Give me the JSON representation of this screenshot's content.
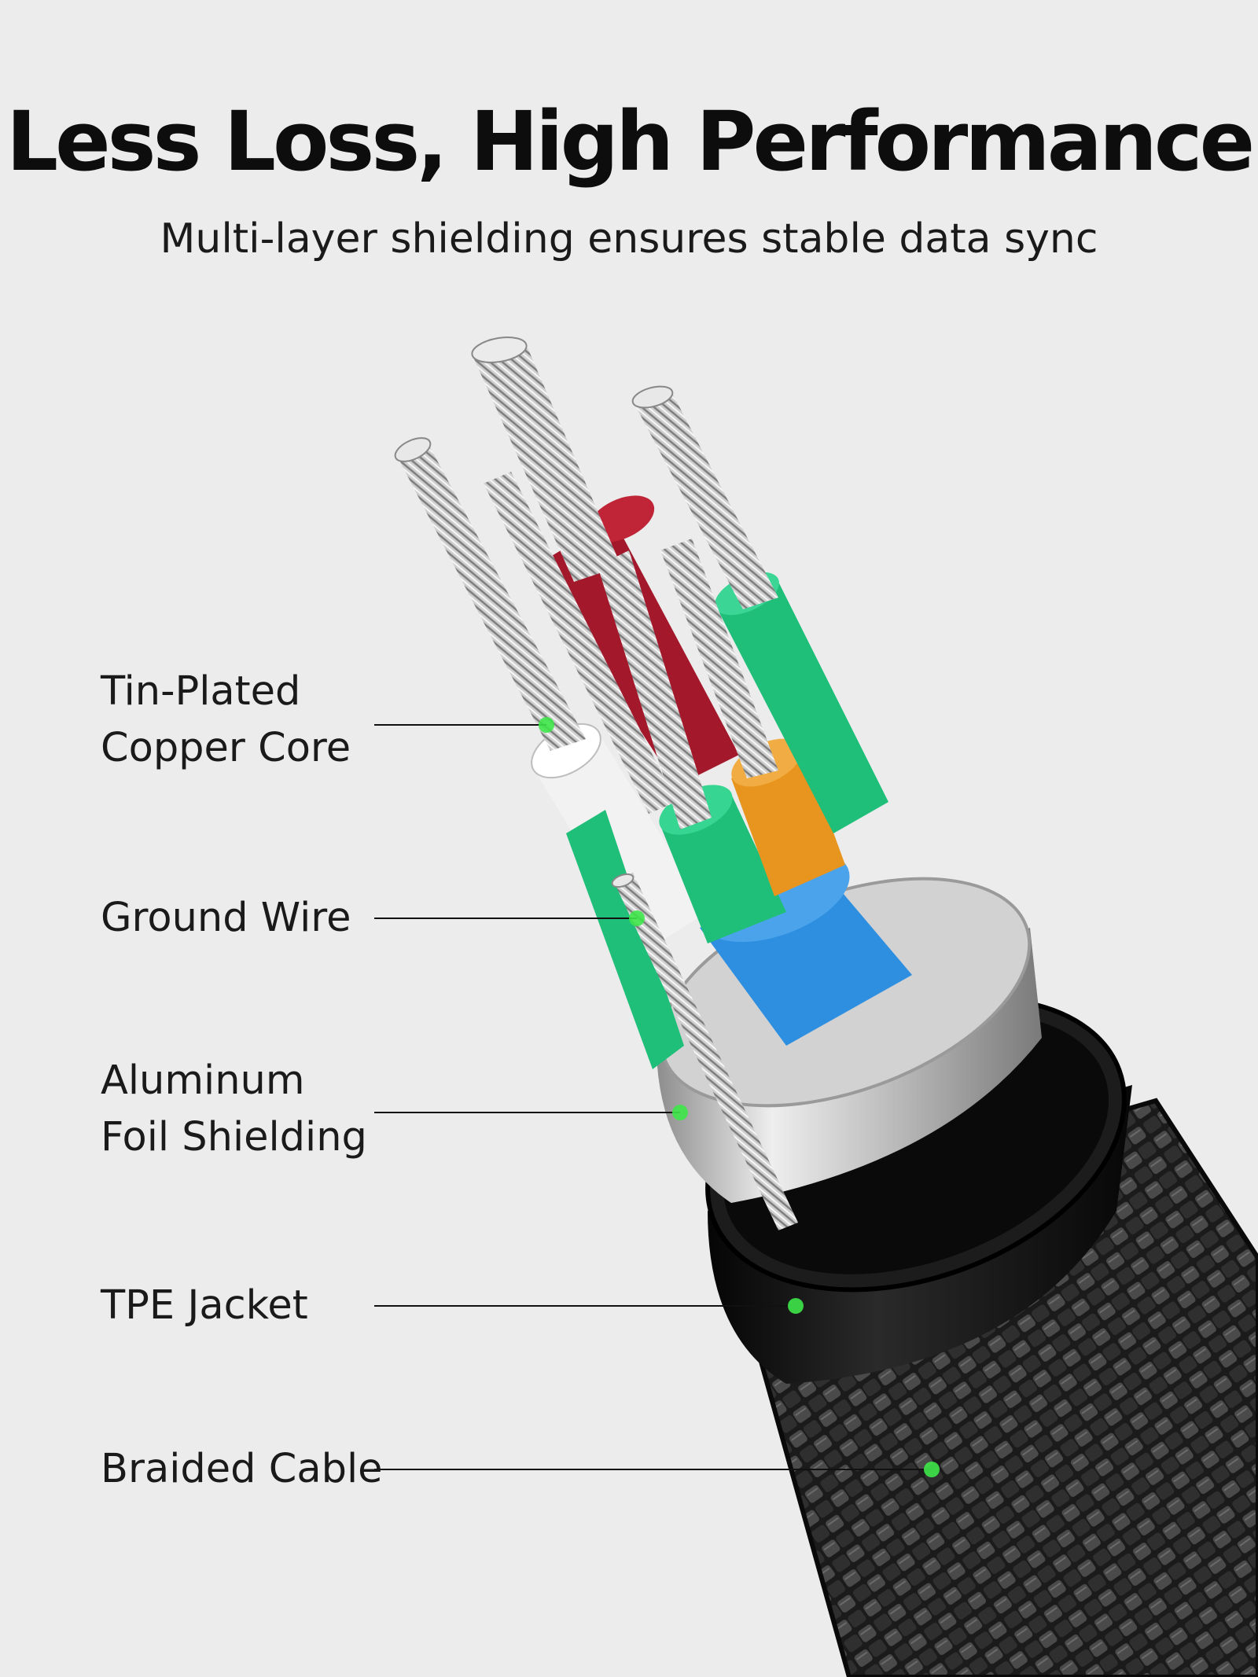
{
  "header": {
    "title": "Less Loss, High Performance",
    "subtitle": "Multi-layer shielding ensures stable data sync"
  },
  "callouts": [
    {
      "id": "tin-plated-copper-core",
      "lines": [
        "Tin-Plated",
        "Copper Core"
      ]
    },
    {
      "id": "ground-wire",
      "lines": [
        "Ground Wire"
      ]
    },
    {
      "id": "aluminum-foil-shielding",
      "lines": [
        "Aluminum",
        "Foil Shielding"
      ]
    },
    {
      "id": "tpe-jacket",
      "lines": [
        "TPE Jacket"
      ]
    },
    {
      "id": "braided-cable",
      "lines": [
        "Braided Cable"
      ]
    }
  ],
  "colors": {
    "background": "#ececec",
    "marker": "#3ee64a",
    "leader_line": "#111111",
    "wire_red": "#a3182a",
    "wire_green": "#1fbf7a",
    "wire_orange": "#e8951f",
    "wire_blue": "#2e8fe0",
    "wire_white": "#f2f2f2",
    "foil": "#c7c7c7",
    "jacket": "#141414",
    "braid": "#2a2a2a"
  }
}
